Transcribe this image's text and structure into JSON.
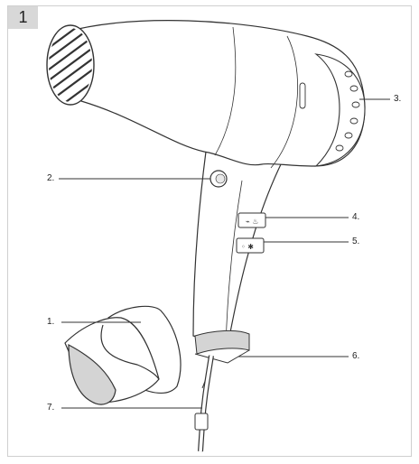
{
  "figure_number": "1",
  "callouts": {
    "c1": "1.",
    "c2": "2.",
    "c3": "3.",
    "c4": "4.",
    "c5": "5.",
    "c6": "6.",
    "c7": "7."
  },
  "colors": {
    "stroke": "#333333",
    "fill": "#ffffff",
    "shade": "#d4d4d4"
  }
}
